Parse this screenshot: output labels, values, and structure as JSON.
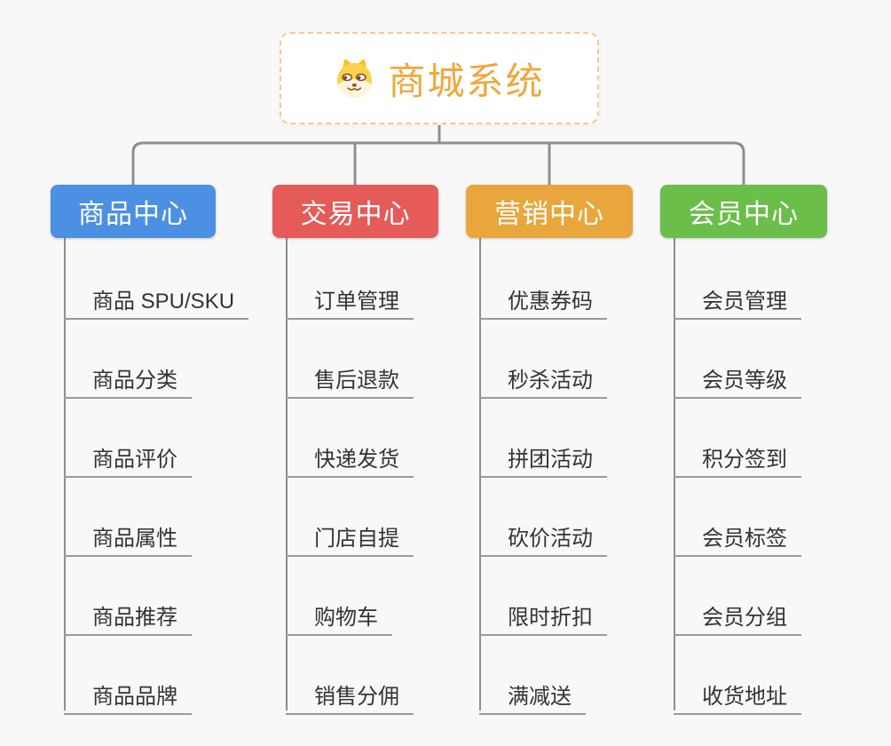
{
  "root": {
    "title": "商城系统",
    "icon": "shiba-dog-icon"
  },
  "branches": [
    {
      "label": "商品中心",
      "color": "#4B90E3",
      "items": [
        "商品 SPU/SKU",
        "商品分类",
        "商品评价",
        "商品属性",
        "商品推荐",
        "商品品牌"
      ]
    },
    {
      "label": "交易中心",
      "color": "#E45B59",
      "items": [
        "订单管理",
        "售后退款",
        "快递发货",
        "门店自提",
        "购物车",
        "销售分佣"
      ]
    },
    {
      "label": "营销中心",
      "color": "#E9A63C",
      "items": [
        "优惠券码",
        "秒杀活动",
        "拼团活动",
        "砍价活动",
        "限时折扣",
        "满减送"
      ]
    },
    {
      "label": "会员中心",
      "color": "#6CBE4A",
      "items": [
        "会员管理",
        "会员等级",
        "积分签到",
        "会员标签",
        "会员分组",
        "收货地址"
      ]
    }
  ],
  "colors": {
    "root_text": "#EFA83C",
    "root_border": "#F3CC8C",
    "connector": "#8f8f8f",
    "leaf_text": "#333333",
    "leaf_line": "#9a9a9a",
    "background": "#f8f8f8"
  }
}
